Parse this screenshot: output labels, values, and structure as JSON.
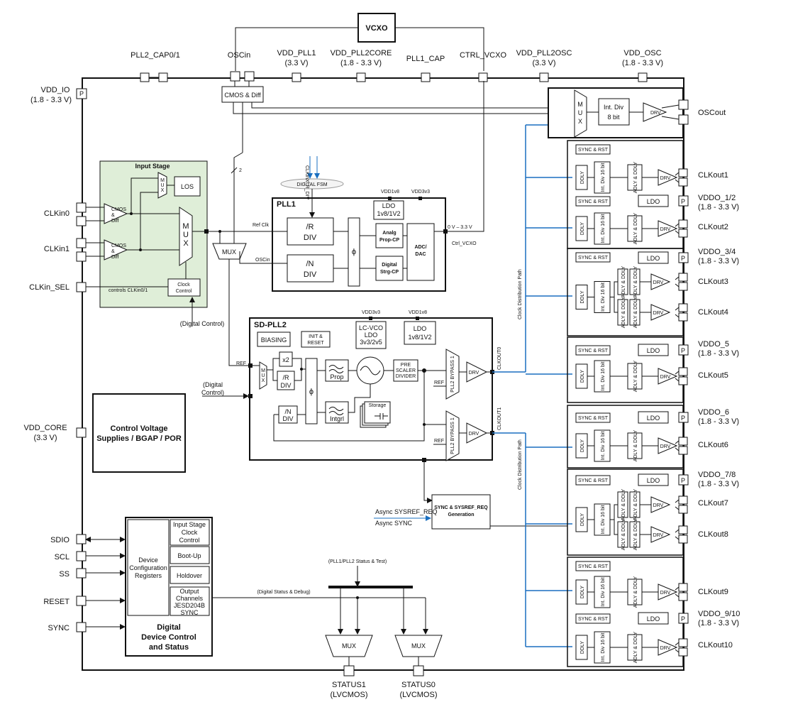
{
  "vcxo": "VCXO",
  "top_pins": {
    "pll2_cap": "PLL2_CAP0/1",
    "oscin": "OSCin",
    "vdd_pll1": "VDD_PLL1",
    "vdd_pll1_v": "(3.3 V)",
    "vdd_pll2core": "VDD_PLL2CORE",
    "vdd_pll2core_v": "(1.8 - 3.3 V)",
    "pll1_cap": "PLL1_CAP",
    "ctrl_vcxo": "CTRL_VCXO",
    "vdd_pll2osc": "VDD_PLL2OSC",
    "vdd_pll2osc_v": "(3.3 V)",
    "vdd_osc": "VDD_OSC",
    "vdd_osc_v": "(1.8 - 3.3 V)"
  },
  "left_pins": {
    "vdd_io": "VDD_IO",
    "vdd_io_v": "(1.8 - 3.3 V)",
    "p": "P",
    "clkin0": "CLKin0",
    "clkin1": "CLKin1",
    "clkin_sel": "CLKin_SEL",
    "vdd_core": "VDD_CORE",
    "vdd_core_v": "(3.3 V)",
    "sdio": "SDIO",
    "scl": "SCL",
    "ss": "SS",
    "reset": "RESET",
    "sync": "SYNC"
  },
  "input_stage": {
    "title": "Input Stage",
    "mux": [
      "M",
      "U",
      "X"
    ],
    "small_mux": [
      "M",
      "U",
      "X"
    ],
    "los": "LOS",
    "cmos_diff": "CMOS & Diff",
    "clock_control_1": "Clock",
    "clock_control_2": "Control",
    "controls": "controls CLKin0/1",
    "digital_control": "(Digital Control)"
  },
  "osc_top": {
    "cmos_diff": "CMOS & Diff",
    "mux": "MUX",
    "bus2": "2"
  },
  "pll1": {
    "title": "PLL1",
    "vdd1v8": "VDD1v8",
    "vdd3v3": "VDD3v3",
    "ldo1": "LDO",
    "ldo2": "1v8/1V2",
    "r1": "/R",
    "r2": "DIV",
    "n1": "/N",
    "n2": "DIV",
    "phi": "ϕ",
    "analg1": "Analg",
    "analg2": "Prop-CP",
    "digital1": "Digital",
    "digital2": "Strg-CP",
    "adc1": "ADC/",
    "adc2": "DAC",
    "refclk": "Ref Clk",
    "oscin": "OSCin",
    "range": "0 V – 3.3 V",
    "ctrl_vcxo": "Ctrl_VCXO",
    "fsm": "DIGITAL FSM",
    "clk_in_div": "CLKinX_R_DIV",
    "clkout_r_div": "CLKinX_R_DIV"
  },
  "sdpll2": {
    "title": "SD-PLL2",
    "vdd3v3": "VDD3v3",
    "vdd1v8": "VDD1v8",
    "biasing": "BIASING",
    "init1": "INIT &",
    "init2": "RESET",
    "lcvco1": "LC-VCO",
    "lcvco2": "LDO",
    "lcvco3": "3v3/2v5",
    "ldo1": "LDO",
    "ldo2": "1v8/1V2",
    "ref": "REF",
    "x2": "x2",
    "r1": "/R",
    "r2": "DIV",
    "n1": "/N",
    "n2": "DIV",
    "phi": "ϕ",
    "prop": "Prop",
    "intgrl": "Intgrl",
    "storage": "Storage",
    "pre1": "PRE",
    "pre2": "SCALER",
    "pre3": "DIVIDER",
    "bypass": "PLL2 BYPASS 1",
    "ref_label": "REF",
    "drv": "DRV",
    "clkout0": "CLKOUT0",
    "clkout1": "CLKOUT1",
    "digital_control1": "(Digital",
    "digital_control2": "Control)"
  },
  "control_voltage": {
    "line1": "Control Voltage",
    "line2": "Supplies / BGAP / POR"
  },
  "digital": {
    "device1": "Device",
    "device2": "Configuration",
    "device3": "Registers",
    "input_stage1": "Input Stage",
    "input_stage2": "Clock",
    "input_stage3": "Control",
    "bootup": "Boot-Up",
    "holdover": "Holdover",
    "output1": "Output",
    "output2": "Channels",
    "output3": "JESD204B",
    "output4": "SYNC",
    "title1": "Digital",
    "title2": "Device Control",
    "title3": "and Status",
    "status_debug": "(Digital Status & Debug)"
  },
  "sync_gen": {
    "title1": "SYNC & SYSREF_REQ",
    "title2": "Generation",
    "async_sysref": "Async SYSREF_REQ",
    "async_sync": "Async SYNC"
  },
  "status": {
    "bus_label": "(PLL1/PLL2 Status & Test)",
    "mux_label": "MUX",
    "status1": "STATUS1",
    "status1_v": "(LVCMOS)",
    "status0": "STATUS0",
    "status0_v": "(LVCMOS)"
  },
  "clock_path": "Clock Distribution Path",
  "common": {
    "sync_rst": "SYNC & RST",
    "ldo": "LDO",
    "ddly": "DDLY",
    "int_div_16": "Int. Div 16 bit",
    "adly_ddly": "ADLY & DDLY",
    "drv": "DRV",
    "p": "P"
  },
  "oscout": {
    "mux": [
      "M",
      "U",
      "X"
    ],
    "int_div1": "Int. Div",
    "int_div2": "8 bit",
    "drv": "DRV",
    "label": "OSCout"
  },
  "outputs": {
    "clkout1": "CLKout1",
    "clkout2": "CLKout2",
    "clkout3": "CLKout3",
    "clkout4": "CLKout4",
    "clkout5": "CLKout5",
    "clkout6": "CLKout6",
    "clkout7": "CLKout7",
    "clkout8": "CLKout8",
    "clkout9": "CLKout9",
    "clkout10": "CLKout10",
    "vddo_12": "VDDO_1/2",
    "vddo_34": "VDDO_3/4",
    "vddo_5": "VDDO_5",
    "vddo_6": "VDDO_6",
    "vddo_78": "VDDO_7/8",
    "vddo_910": "VDDO_9/10",
    "vddo_range": "(1.8 - 3.3 V)"
  },
  "colors": {
    "input_stage_bg": "#dfeed8",
    "blue_line": "#1a6fc0"
  }
}
